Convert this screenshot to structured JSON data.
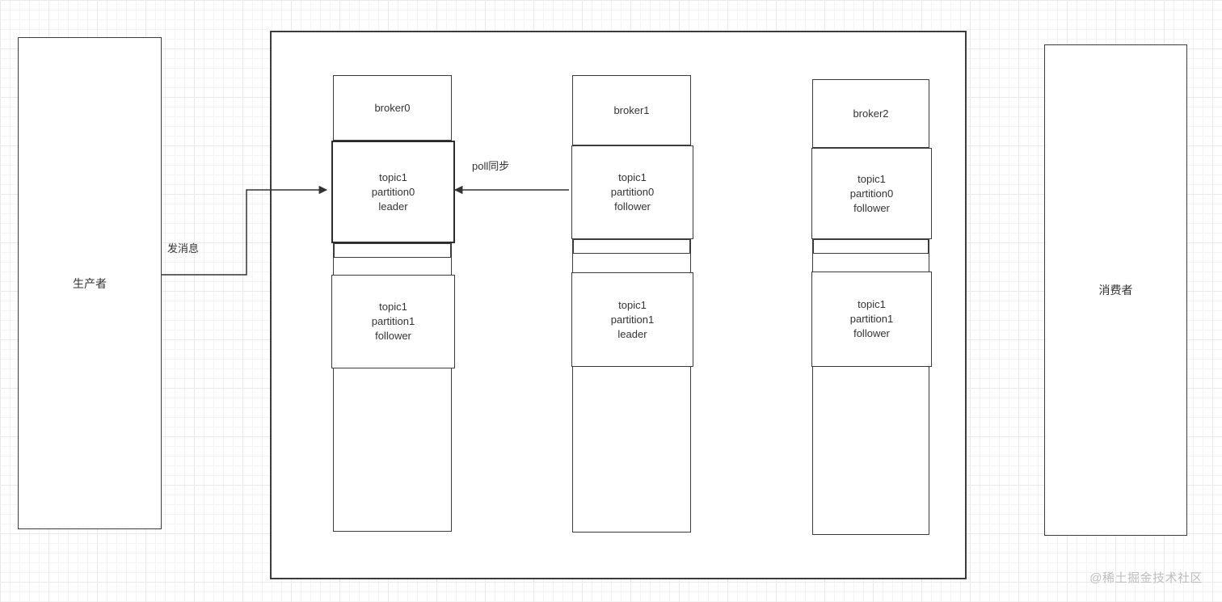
{
  "producer": {
    "label": "生产者"
  },
  "consumer": {
    "label": "消费者"
  },
  "cluster": {
    "brokers": [
      {
        "name": "broker0",
        "partitions": [
          {
            "topic": "topic1",
            "partition": "partition0",
            "role": "leader"
          },
          {
            "topic": "topic1",
            "partition": "partition1",
            "role": "follower"
          }
        ]
      },
      {
        "name": "broker1",
        "partitions": [
          {
            "topic": "topic1",
            "partition": "partition0",
            "role": "follower"
          },
          {
            "topic": "topic1",
            "partition": "partition1",
            "role": "leader"
          }
        ]
      },
      {
        "name": "broker2",
        "partitions": [
          {
            "topic": "topic1",
            "partition": "partition0",
            "role": "follower"
          },
          {
            "topic": "topic1",
            "partition": "partition1",
            "role": "follower"
          }
        ]
      }
    ]
  },
  "arrows": {
    "send": {
      "label": "发消息"
    },
    "poll": {
      "label": "poll同步"
    }
  },
  "watermark": {
    "text": "@稀土掘金技术社区"
  },
  "colors": {
    "line": "#333333",
    "box_border": "#3c3c3c",
    "watermark": "#bdbdbd",
    "background": "#ffffff"
  }
}
